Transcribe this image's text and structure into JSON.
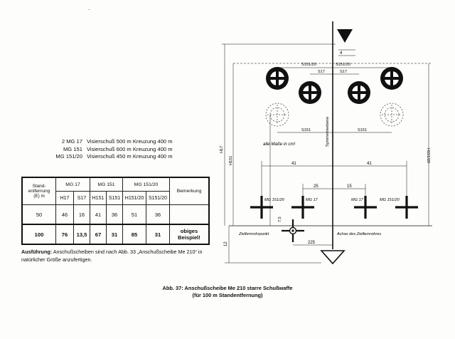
{
  "corner_mark": "·",
  "weapons": [
    {
      "weapon": "2 MG 17",
      "text": "Visierschuß 500 m  Kreuzung 400 m"
    },
    {
      "weapon": "MG 151",
      "text": "Visierschuß 600 m  Kreuzung 400 m"
    },
    {
      "weapon": "MG 151/20",
      "text": "Visierschuß 450 m  Kreuzung 400 m"
    }
  ],
  "table": {
    "col1_header": "Stand-\nentfernung\n(E) m",
    "group_headers": [
      "MG 17",
      "MG 151",
      "MG 151/20"
    ],
    "sub_headers": [
      "H17",
      "S17",
      "H151",
      "S151",
      "H151/20",
      "S151/20"
    ],
    "remark_header": "Bemerkung",
    "rows": [
      {
        "distance": "50",
        "values": [
          "46",
          "16",
          "41",
          "36",
          "51",
          "36"
        ],
        "remark": ""
      },
      {
        "distance": "100",
        "values": [
          "76",
          "13,5",
          "67",
          "31",
          "85",
          "31"
        ],
        "remark": "obiges\nBeispiel!"
      }
    ]
  },
  "note": {
    "label": "Ausführung:",
    "text": "Anschußscheiben sind nach Abb. 33 „Anschußscheibe Me 210“ in natürlicher Größe anzufertigen."
  },
  "caption": {
    "line1": "Abb. 37: Anschußscheibe Me 210 starre Schußwaffe",
    "line2": "(für 100 m Standentfernung)"
  },
  "diagram": {
    "dim_top": "4",
    "label_s151_20_left": "S151/20",
    "label_s151_20_right": "S151/20",
    "label_s17_left": "S17",
    "label_s17_right": "S17",
    "label_s151_left": "S151",
    "label_s151_right": "S151",
    "vertical_axis_label": "Symmetrieebene",
    "all_dims_label": "alle Maße in cm!",
    "dim_41_left": "41",
    "dim_41_right": "41",
    "dim_25": "25",
    "dim_15": "15",
    "label_mg151_20_left": "MG 151/20",
    "label_mg17_left": "MG 17",
    "label_mg17_right": "MG 17",
    "label_mg151_20_right": "MG 151/20",
    "label_zielfernrohr": "Zielfernrohrpunkt",
    "label_achse": "Achse des Zielfernrohres",
    "dim_225": "225",
    "dim_12": "12",
    "dim_7_5": "7,5",
    "label_h151_20": "H151/20",
    "label_h151": "H151",
    "label_h17": "H17"
  }
}
